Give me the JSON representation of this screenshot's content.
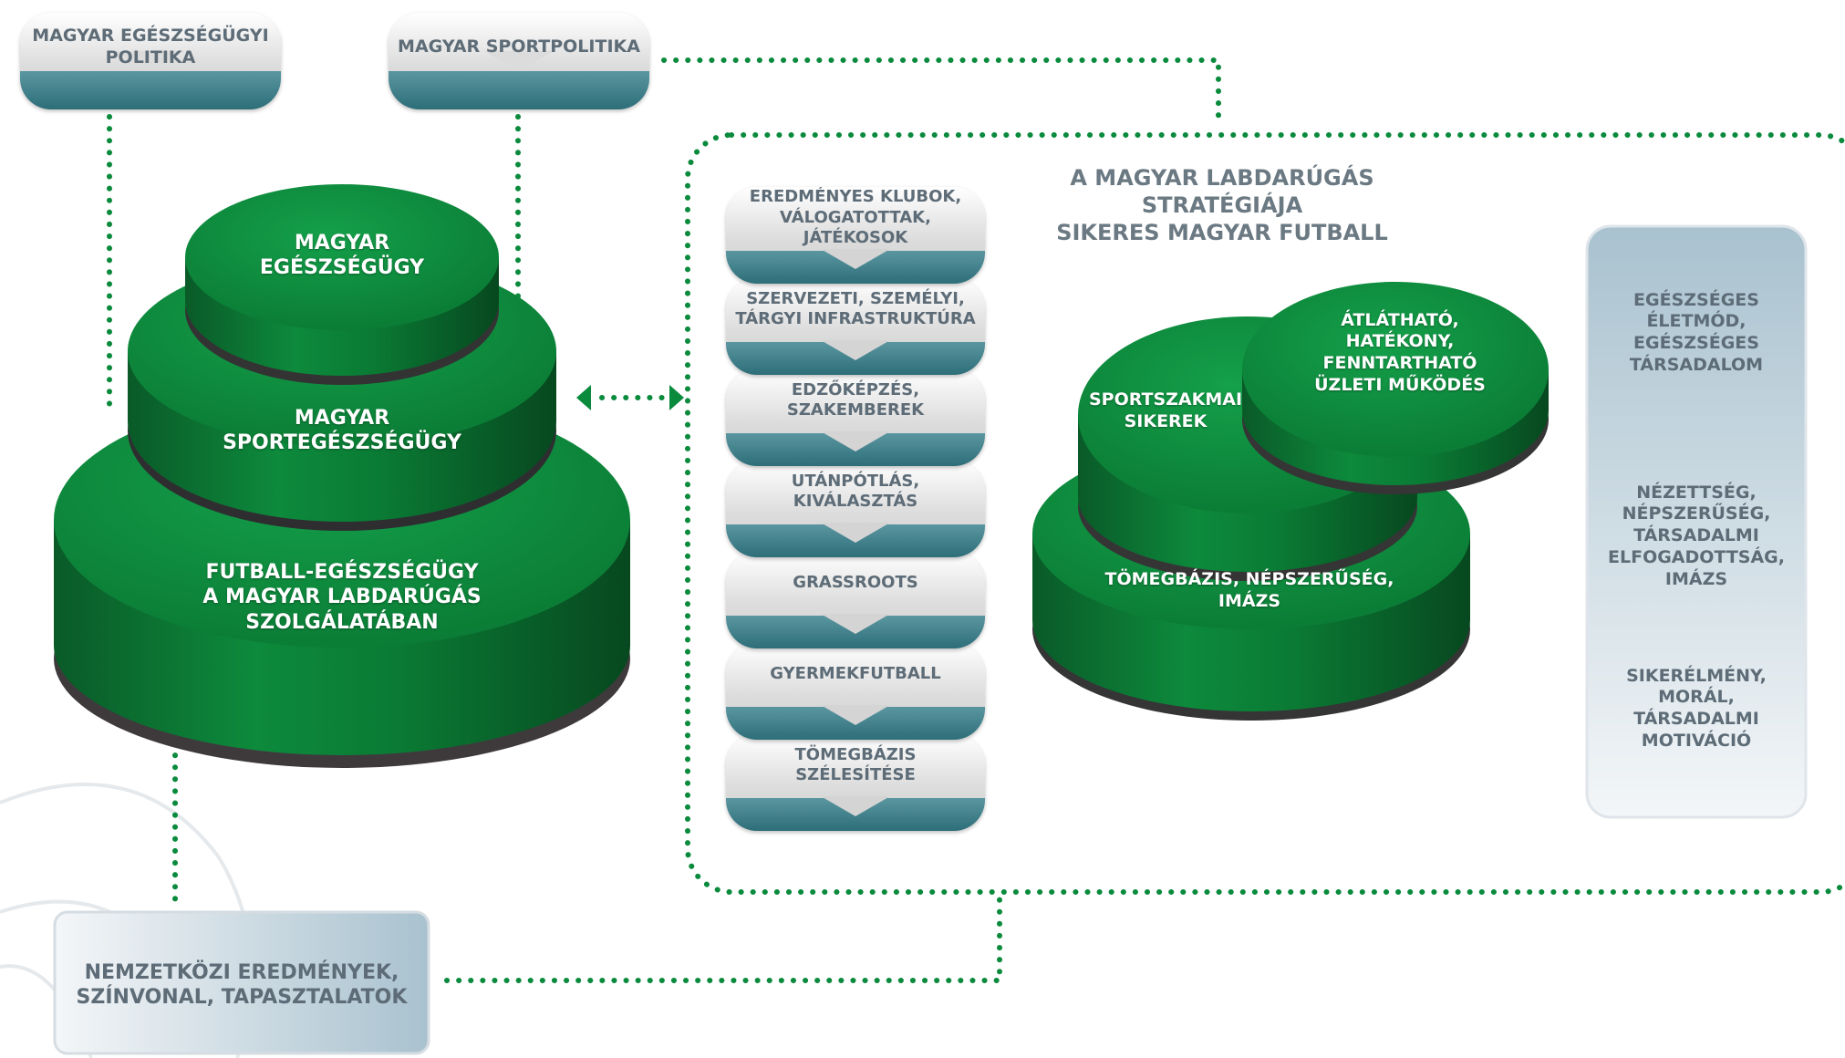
{
  "top_boxes": {
    "health_policy": "MAGYAR EGÉSZSÉGÜGYI\nPOLITIKA",
    "sport_policy": "MAGYAR SPORTPOLITIKA"
  },
  "left_cake": {
    "top": "MAGYAR\nEGÉSZSÉGÜGY",
    "middle": "MAGYAR\nSPORTEGÉSZSÉGÜGY",
    "bottom": "FUTBALL-EGÉSZSÉGÜGY\nA MAGYAR LABDARÚGÁS\nSZOLGÁLATÁBAN"
  },
  "strategy": {
    "title": "A MAGYAR LABDARÚGÁS STRATÉGIÁJA\nSIKERES MAGYAR FUTBALL",
    "steps": [
      "EREDMÉNYES KLUBOK,\nVÁLOGATOTTAK, JÁTÉKOSOK",
      "SZERVEZETI, SZEMÉLYI,\nTÁRGYI INFRASTRUKTÚRA",
      "EDZŐKÉPZÉS,\nSZAKEMBEREK",
      "UTÁNPÓTLÁS,\nKIVÁLASZTÁS",
      "GRASSROOTS",
      "GYERMEKFUTBALL",
      "TÖMEGBÁZIS\nSZÉLESÍTÉSE"
    ],
    "discs": {
      "base": "TÖMEGBÁZIS, NÉPSZERŰSÉG,\nIMÁZS",
      "left": "SPORTSZAKMAI\nSIKEREK",
      "right": "ÁTLÁTHATÓ,\nHATÉKONY,\nFENNTARTHATÓ\nÜZLETI MŰKÖDÉS"
    }
  },
  "right_panel": [
    "EGÉSZSÉGES\nÉLETMÓD,\nEGÉSZSÉGES\nTÁRSADALOM",
    "NÉZETTSÉG,\nNÉPSZERŰSÉG,\nTÁRSADALMI\nELFOGADOTTSÁG,\nIMÁZS",
    "SIKERÉLMÉNY,\nMORÁL,\nTÁRSADALMI\nMOTIVÁCIÓ"
  ],
  "bottom_box": "NEMZETKÖZI EREDMÉNYEK,\nSZÍNVONAL, TAPASZTALATOK",
  "colors": {
    "green_dots": "#0a8a3c",
    "disc_green": "#0b7a36",
    "teal_band": "#3a7f8a",
    "label_gray": "#5d6c77"
  }
}
